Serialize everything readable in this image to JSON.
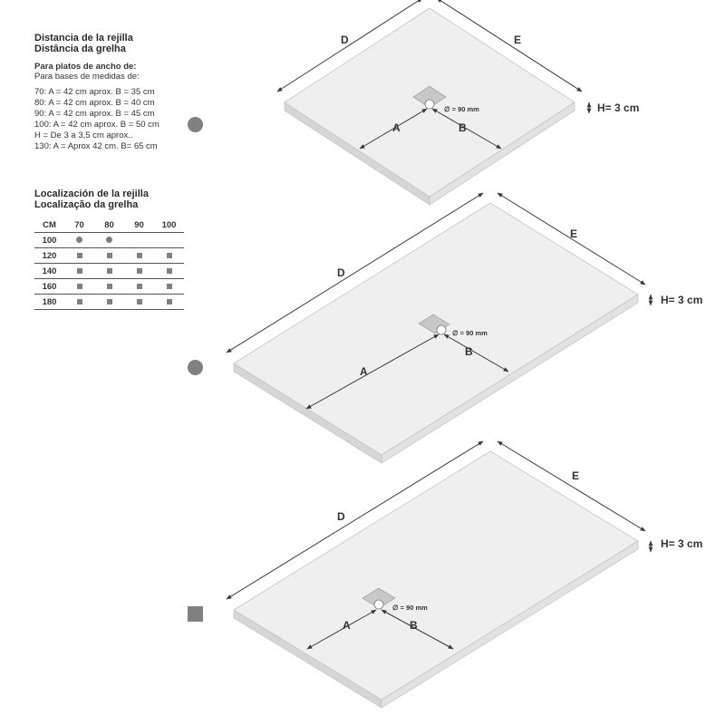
{
  "legend": {
    "distance_title_es": "Distancia de  la rejilla",
    "distance_title_pt": "Distância da grelha",
    "sizes_title_es": "Para platos de ancho de:",
    "sizes_title_pt": "Para bases de medidas de:",
    "measurements": [
      "70: A = 42 cm aprox. B = 35 cm",
      "80: A = 42 cm aprox. B = 40 cm",
      "90: A = 42 cm aprox. B = 45 cm",
      "100: A = 42 cm aprox. B = 50 cm",
      "H = De 3 a 3,5 cm aprox..",
      "130: A = Aprox 42 cm. B= 65 cm"
    ],
    "location_title_es": "Localización de la rejilla",
    "location_title_pt": "Localização da grelha"
  },
  "table": {
    "header": [
      "CM",
      "70",
      "80",
      "90",
      "100"
    ],
    "rows": [
      {
        "label": "100",
        "cells": [
          "circle",
          "circle",
          "",
          ""
        ]
      },
      {
        "label": "120",
        "cells": [
          "square",
          "square",
          "square",
          "square"
        ]
      },
      {
        "label": "140",
        "cells": [
          "square",
          "square",
          "square",
          "square"
        ]
      },
      {
        "label": "160",
        "cells": [
          "square",
          "square",
          "square",
          "square"
        ]
      },
      {
        "label": "180",
        "cells": [
          "square",
          "square",
          "square",
          "square"
        ]
      }
    ]
  },
  "colors": {
    "marker": "#808080",
    "tray_top": "#f0f0f0",
    "tray_side": "#d8d8d8",
    "line": "#3a3a3a"
  },
  "diagrams": [
    {
      "marker": "circle",
      "labels": {
        "D": "D",
        "E": "E",
        "A": "A",
        "B": "B",
        "drain": "∅ = 90 mm",
        "height": "H= 3 cm"
      }
    },
    {
      "marker": "circle",
      "labels": {
        "D": "D",
        "E": "E",
        "A": "A",
        "B": "B",
        "drain": "∅ = 90 mm",
        "height": "H= 3 cm"
      }
    },
    {
      "marker": "square",
      "labels": {
        "D": "D",
        "E": "E",
        "A": "A",
        "B": "B",
        "drain": "∅ = 90 mm",
        "height": "H= 3 cm"
      }
    }
  ]
}
